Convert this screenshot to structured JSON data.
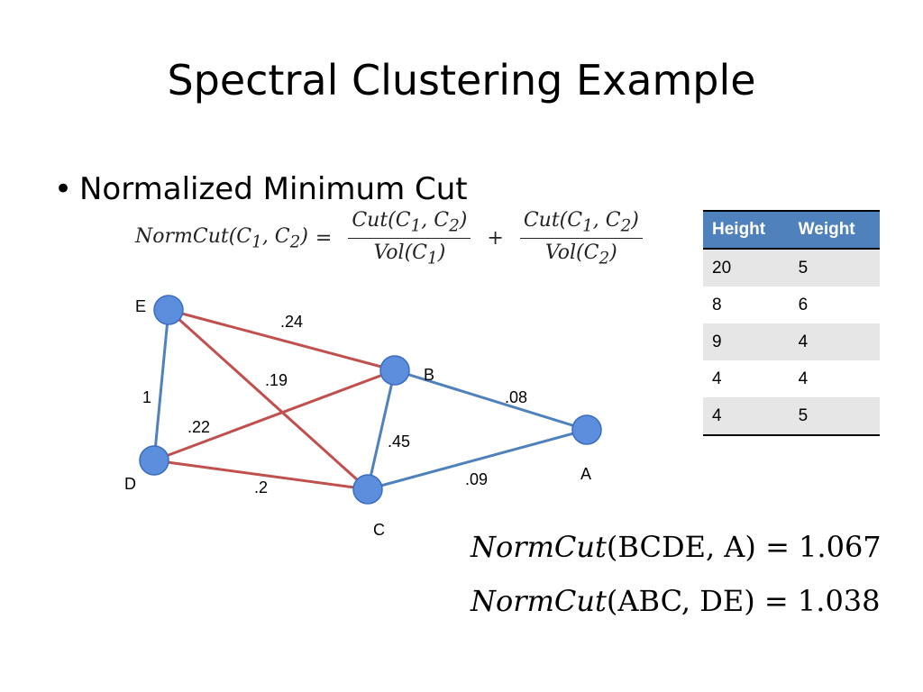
{
  "title": "Spectral Clustering Example",
  "bullet": "Normalized Minimum Cut",
  "formula": {
    "lhs": "NormCut(C",
    "text": "NormCut(C1, C2) = Cut(C1, C2)/Vol(C1) + Cut(C1, C2)/Vol(C2)",
    "num": "Cut(C",
    "den1": "Vol(C",
    "den2": "Vol(C"
  },
  "graph": {
    "nodes": [
      {
        "id": "E",
        "label": "E"
      },
      {
        "id": "B",
        "label": "B"
      },
      {
        "id": "D",
        "label": "D"
      },
      {
        "id": "C",
        "label": "C"
      },
      {
        "id": "A",
        "label": "A"
      }
    ],
    "edges": [
      {
        "from": "E",
        "to": "B",
        "weight": ".24",
        "color": "#c0504d"
      },
      {
        "from": "E",
        "to": "C",
        "weight": ".19",
        "color": "#c0504d"
      },
      {
        "from": "E",
        "to": "D",
        "weight": "1",
        "color": "#4f81bd"
      },
      {
        "from": "D",
        "to": "B",
        "weight": ".22",
        "color": "#c0504d"
      },
      {
        "from": "D",
        "to": "C",
        "weight": ".2",
        "color": "#c0504d"
      },
      {
        "from": "B",
        "to": "C",
        "weight": ".45",
        "color": "#4f81bd"
      },
      {
        "from": "B",
        "to": "A",
        "weight": ".08",
        "color": "#4f81bd"
      },
      {
        "from": "C",
        "to": "A",
        "weight": ".09",
        "color": "#4f81bd"
      }
    ]
  },
  "table": {
    "headers": [
      "Height",
      "Weight"
    ],
    "rows": [
      [
        "20",
        "5"
      ],
      [
        "8",
        "6"
      ],
      [
        "9",
        "4"
      ],
      [
        "4",
        "4"
      ],
      [
        "4",
        "5"
      ]
    ],
    "header_color": "#4f81bd"
  },
  "results": [
    {
      "name": "NormCut",
      "args": "(BCDE, A)",
      "value": "1.067"
    },
    {
      "name": "NormCut",
      "args": "(ABC, DE)",
      "value": "1.038"
    }
  ]
}
